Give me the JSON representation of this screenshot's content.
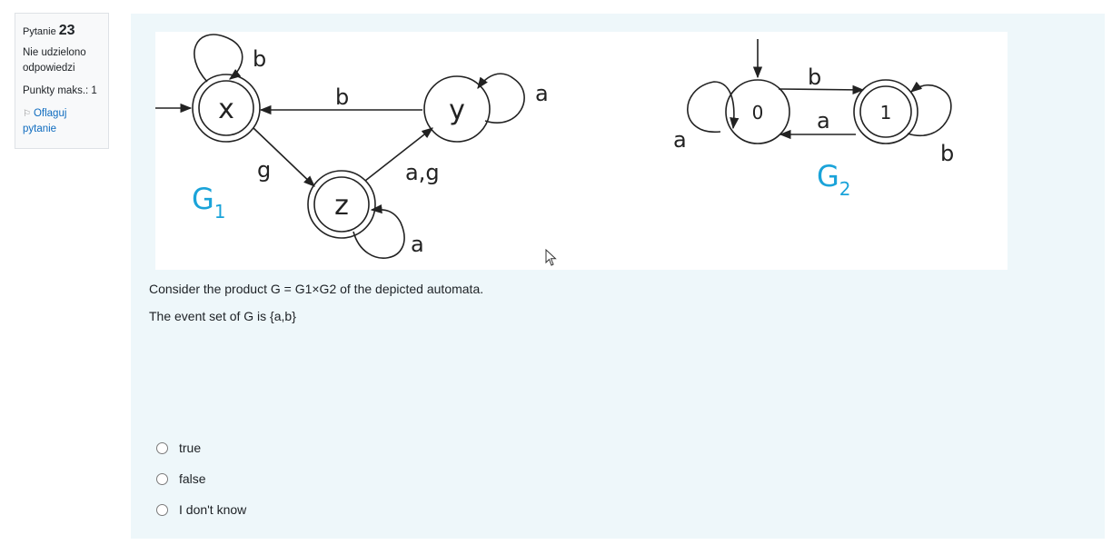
{
  "info": {
    "question_prefix": "Pytanie",
    "question_number": "23",
    "state": "Nie udzielono odpowiedzi",
    "max_points": "Punkty maks.: 1",
    "flag_label": "Oflaguj pytanie",
    "flag_icon": "flag-icon"
  },
  "figure": {
    "g1": {
      "title_main": "G",
      "title_sub": "1",
      "states": {
        "x": "x",
        "y": "y",
        "z": "z"
      },
      "labels": {
        "x_loop": "b",
        "y_to_x": "b",
        "y_loop": "a",
        "x_to_z": "g",
        "z_to_y": "a,g",
        "z_loop": "a"
      }
    },
    "g2": {
      "title_main": "G",
      "title_sub": "2",
      "states": {
        "s0": "0",
        "s1": "1"
      },
      "labels": {
        "s0_to_s1": "b",
        "s1_to_s0": "a",
        "s0_loop": "a",
        "s1_loop": "b"
      }
    },
    "title_color": "#1aa3d9"
  },
  "question": {
    "line1": "Consider the product G = G1×G2 of the depicted automata.",
    "line2": "The event set of G is {a,b}"
  },
  "answers": [
    {
      "label": "true"
    },
    {
      "label": "false"
    },
    {
      "label": "I don't know"
    }
  ]
}
